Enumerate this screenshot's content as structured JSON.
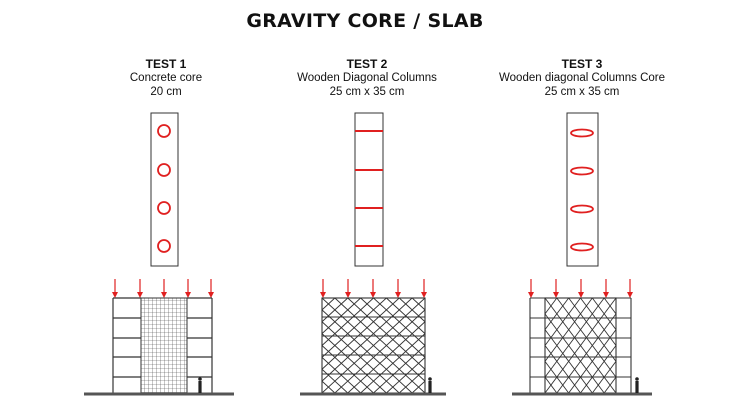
{
  "title": "GRAVITY CORE / SLAB",
  "tests": [
    {
      "heading": "TEST 1",
      "line1": "Concrete core",
      "line2": "20 cm"
    },
    {
      "heading": "TEST 2",
      "line1": "Wooden Diagonal Columns",
      "line2": "25 cm x 35 cm"
    },
    {
      "heading": "TEST 3",
      "line1": "Wooden diagonal Columns Core",
      "line2": "25 cm x 35 cm"
    }
  ],
  "colors": {
    "accent": "#e02020",
    "line": "#333333",
    "ground": "#555555"
  },
  "icons": [
    "load-arrow-icon",
    "human-figure-icon"
  ]
}
